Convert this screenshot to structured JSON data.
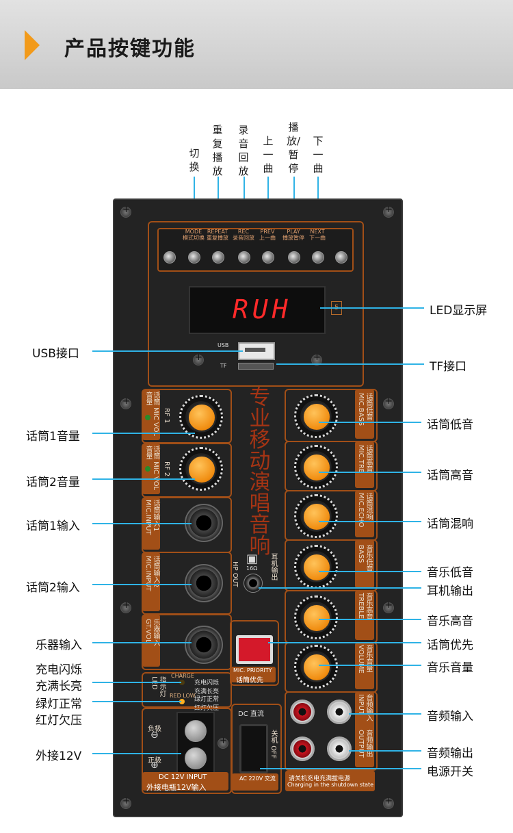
{
  "header": {
    "title": "产品按键功能"
  },
  "top_labels": [
    {
      "text": "切换"
    },
    {
      "text": "重复播放"
    },
    {
      "text": "录音回放"
    },
    {
      "text": "上一曲"
    },
    {
      "text": "播放/暂停"
    },
    {
      "text": "下一曲"
    }
  ],
  "panel_buttons": [
    {
      "en": "MODE",
      "cn": "模式切换"
    },
    {
      "en": "REPEAT",
      "cn": "重复播放"
    },
    {
      "en": "REC",
      "cn": "录音回放"
    },
    {
      "en": "PREV",
      "cn": "上一曲"
    },
    {
      "en": "PLAY",
      "cn": "播放暂停"
    },
    {
      "en": "NEXT",
      "cn": "下一曲"
    }
  ],
  "display": {
    "text": "RUH",
    "mark": "5"
  },
  "panel_text": {
    "usb": "USB",
    "tf": "TF",
    "slogan": "专业移动演唱音响",
    "mic1_vol": "话筒 MIC VOL 音量",
    "rf1": "RF 1",
    "mic2_vol": "话筒 MIC VOL 音量",
    "rf2": "RF 2",
    "mic_input1": "话筒输入1 MIC.INPUT",
    "mic_input2": "话筒输入2 MIC.INPUT",
    "gt_vol": "乐器输入 GT.VOL",
    "mic_bass": "话筒低音 MIC.BASS",
    "mic_tre": "话筒高音 MIC.TRE",
    "mic_echo": "话筒混响 MIC.ECHO",
    "bass": "音乐低音 BASS",
    "treble": "音乐高音 TREBLE",
    "volume": "音乐音量 VOLUME",
    "input": "音频输入 INPUT",
    "output": "音频输出 OUTPUT",
    "hp_out": "HP OUT",
    "hp_cn": "耳机输出",
    "hp_ohm": "16Ω",
    "mic_priority_en": "MIC. PRIORITY",
    "mic_priority_cn": "话筒优先",
    "charge": "CHARGE",
    "charge_cn": "充电闪烁 充满长亮",
    "redlow": "RED LOW",
    "redlow_cn": "绿灯正常 红灯欠压",
    "led_cn": "指示灯 LED",
    "dc_label": "DC 直流",
    "off_label": "关机 OFF",
    "ac_label": "AC 220V 交流",
    "neg": "负极",
    "pos": "正极",
    "dc_input_en": "DC 12V INPUT",
    "dc_input_cn": "外接电瓶12V输入",
    "charge_note_cn": "请关机充电充满拔电源",
    "charge_note_en": "Charging in the shutdown state"
  },
  "left_labels": [
    {
      "text": "USB接口"
    },
    {
      "text": "话筒1音量"
    },
    {
      "text": "话筒2音量"
    },
    {
      "text": "话筒1输入"
    },
    {
      "text": "话筒2输入"
    },
    {
      "text": "乐器输入"
    },
    {
      "text": "充电闪烁"
    },
    {
      "text": "充满长亮"
    },
    {
      "text": "绿灯正常"
    },
    {
      "text": "红灯欠压"
    },
    {
      "text": "外接12V"
    }
  ],
  "right_labels": [
    {
      "text": "LED显示屏"
    },
    {
      "text": "TF接口"
    },
    {
      "text": "话筒低音"
    },
    {
      "text": "话筒高音"
    },
    {
      "text": "话筒混响"
    },
    {
      "text": "音乐低音"
    },
    {
      "text": "耳机输出"
    },
    {
      "text": "音乐高音"
    },
    {
      "text": "话筒优先"
    },
    {
      "text": "音乐音量"
    },
    {
      "text": "音频输入"
    },
    {
      "text": "音频输出"
    },
    {
      "text": "电源开关"
    }
  ],
  "colors": {
    "callout_line": "#2fb3e6",
    "accent_orange": "#f29a1a",
    "panel_trim": "#a24f17",
    "display_red": "#ff2a2a"
  }
}
